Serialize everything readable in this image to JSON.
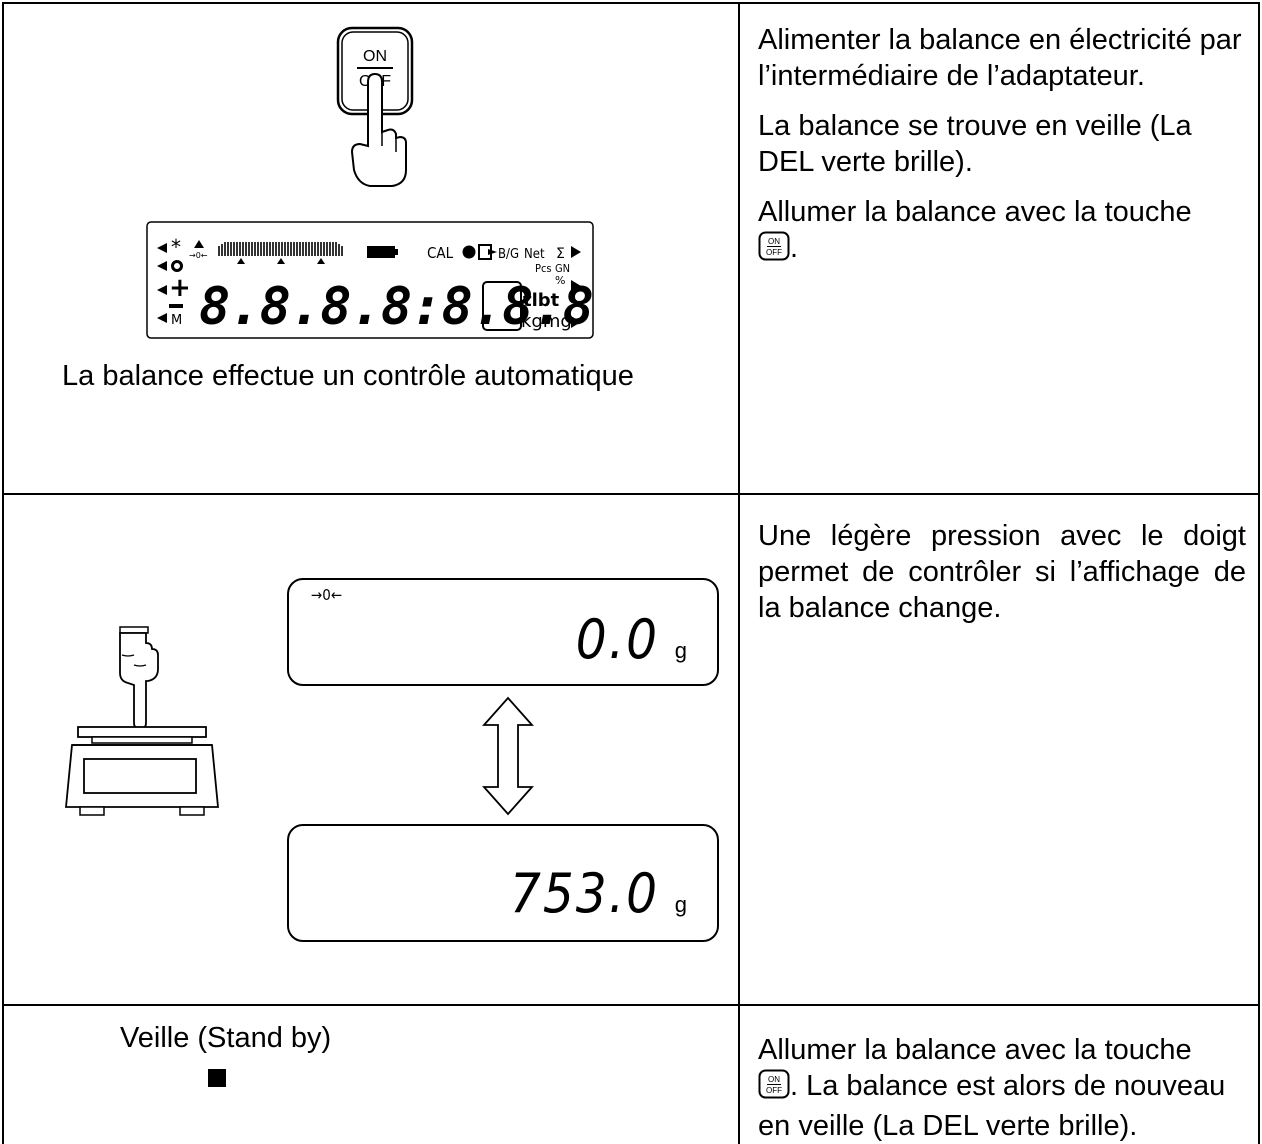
{
  "key_label": {
    "on": "ON",
    "off": "OFF"
  },
  "row1": {
    "lcd": {
      "cal": "CAL",
      "bg": "B/G",
      "net": "Net",
      "sigma": "Σ",
      "pcs": "Pcs",
      "gn": "GN",
      "percent": "%",
      "units1": "tlbt",
      "units2": "kgmg",
      "digits": "8.8.8.8:8.8.8:8.8",
      "m": "M",
      "arrow_zero": "→0←"
    },
    "caption": "La balance effectue un contrôle automatique",
    "right": {
      "p1": "Alimenter la balance en électricité par l’intermédiaire de l’adaptateur.",
      "p2": "La balance se trouve en veille (La DEL verte brille).",
      "p3_before": "Allumer la balance avec la touche",
      "p3_after": "."
    }
  },
  "row2": {
    "display1": {
      "zero_indicator": "→0←",
      "value": "0.0",
      "unit": "g"
    },
    "display2": {
      "value": "753.0",
      "unit": "g"
    },
    "right": "Une légère pression avec le doigt permet de contrôler si l’affichage de la balance change."
  },
  "row3": {
    "label": "Veille (Stand by)",
    "right_before": "Allumer la balance avec la touche",
    "right_after": ". La balance est alors de nouveau en veille (La DEL verte brille)."
  }
}
